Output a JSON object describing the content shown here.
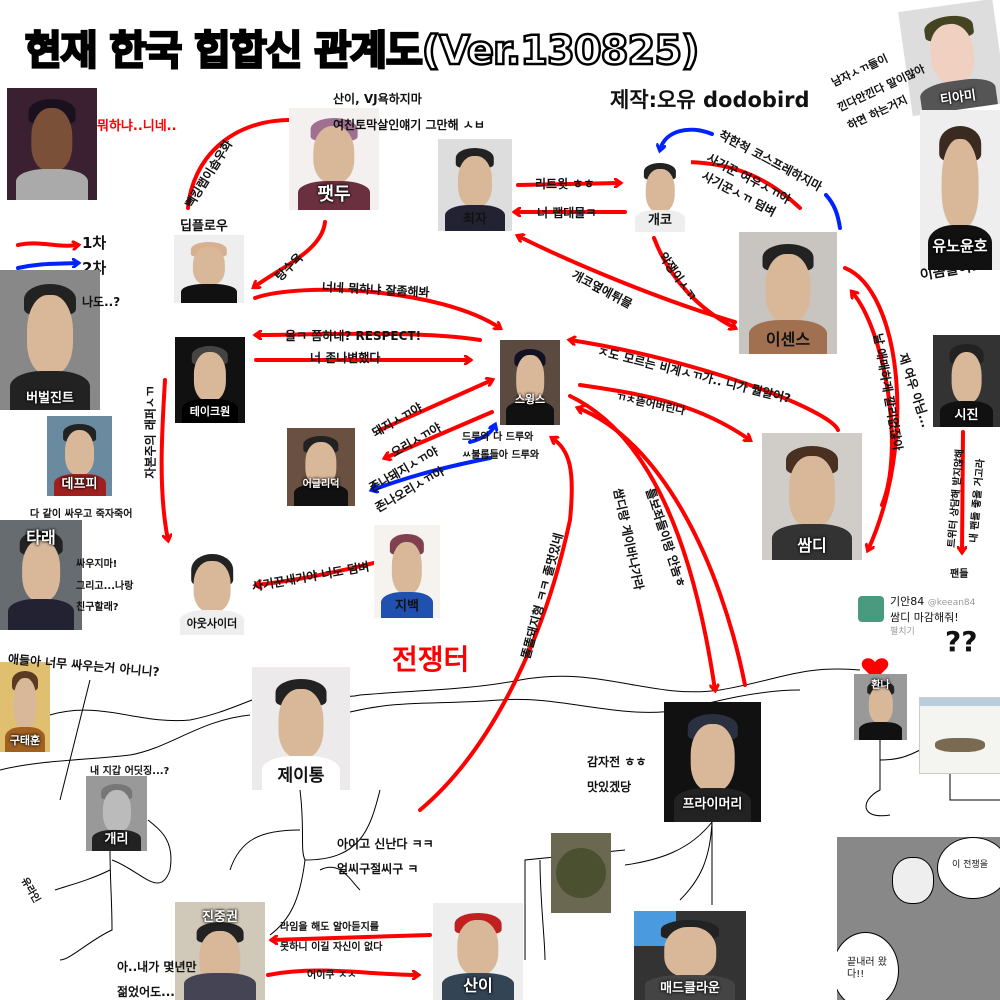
{
  "title": "현재 한국 힙합신 관계도(Ver.130825)",
  "subtitle": "제작:오유 dodobird",
  "legend": {
    "first": "1차",
    "second": "2차",
    "first_color": "#ff0000",
    "second_color": "#0022ff"
  },
  "people": {
    "fatdoo": "팻두",
    "choiza": "최자",
    "gaeko": "개코",
    "deepflow": "딥플로우",
    "esens": "이센스",
    "verbal": "버벌진트",
    "takeone": "테이크원",
    "swings": "스윙스",
    "defp": "데프피",
    "uglyduck": "어글리덕",
    "simd": "쌈디",
    "sijin": "시진",
    "tarae": "타래",
    "outsider": "아웃사이더",
    "gbaek": "지백",
    "taemi": "티아미",
    "yunho": "유노윤호",
    "gootaehoon": "구태훈",
    "jtong": "제이통",
    "gary": "개리",
    "primary": "프라이머리",
    "hwanna": "환나",
    "jinjungkwon": "진중권",
    "sanE": "산이",
    "madclown": "매드클라운"
  },
  "labels": {
    "kendrick": "뭐하냐..니네..",
    "fatdoo1": "산이, VJ욕하지마",
    "fatdoo2": "여친토막살인얘기 그만해 ㅅㅂ",
    "backking": "빽킹랩이솝우화",
    "tangsuyuk": "탕수육",
    "nene": "너네 뭐하냐 잘좀해봐",
    "respect": "올ㅋ 쫌하네? RESPECT!",
    "changed": "너 존나변했다",
    "capitalist": "자본주의 래퍼ㅅㄲ",
    "retweet": "리트윗 ㅎㅎ",
    "rapbig": "너 랩대물ㅋ",
    "cosplay": "착한척 코스프레하지마",
    "fox": "사기꾼 여우ㅅㄲ야",
    "fight": "사기꾼ㅅㄲ 덤벼",
    "gaekoside": "개코옆에튀믈",
    "villain": "악쟁이ㅅㄲ",
    "taemi1": "남자ㅅㄲ들이",
    "taemi2": "낀다안낀다 말이많아",
    "taemi3": "하면 하는거지",
    "yunho": "이놈들이...",
    "fat": "ㅈ도 모르는 비계ㅅㄲ가.. 니가 뭘알어?",
    "tear": "ㄲㅊ뜯어버린다",
    "pig": "돼지ㅅㄲ야",
    "duck": "오리ㅅㄲ야",
    "bigpig": "존나돼지ㅅㄲ야",
    "bigduck": "존나오리ㅅㄲ야",
    "come1": "드루와 다 드루와",
    "come2": "ㅆ불롬들아 드루와",
    "cool": "똘똘돼지형 ㅋㅋ 졸멋있네",
    "gaybar": "쌈디랑 게이바나가라",
    "cronies": "틀보좌들이랑 안놈ㅎ",
    "notfox": "재 여우 아님...",
    "vague": "날 애매하게 깔리없잖아",
    "twitter1": "트위터 상담해 받지않해",
    "twitter2": "내 팬들 좋을 거고라",
    "fans": "팬들",
    "metoo": "나도..?",
    "alldie": "다 같이 싸우고 죽자죽어",
    "tarae1": "싸우지마!",
    "tarae2": "그리고...나랑",
    "tarae3": "친구할래?",
    "swindler": "사기꾼새기야 너도 덤벼",
    "battlefield": "전쟁터",
    "toomuch": "애들아 너무 싸우는거 아니니?",
    "wallet": "내 지갑 어딧징...?",
    "yuline": "유라인",
    "exciting1": "아이고 신난다 ㅋㅋ",
    "exciting2": "얼씨구절씨구 ㅋ",
    "rhyme1": "라임을 해도 알아듣지를",
    "rhyme2": "못하니 이길 자신이 없다",
    "oops": "어이쿠 ㅈㅅ",
    "young1": "아..내가 몇년만",
    "young2": "젊었어도...",
    "potato1": "감자전 ㅎㅎ",
    "potato2": "맛있겠당",
    "qq": "??"
  },
  "tweet": {
    "name": "기안84",
    "handle": "@keean84",
    "text": "쌈디 마감해줘!",
    "expand": "펼치기"
  },
  "comic": {
    "bubble1": "이 전쟁을",
    "bubble2": "끝내러 왔다!!"
  }
}
